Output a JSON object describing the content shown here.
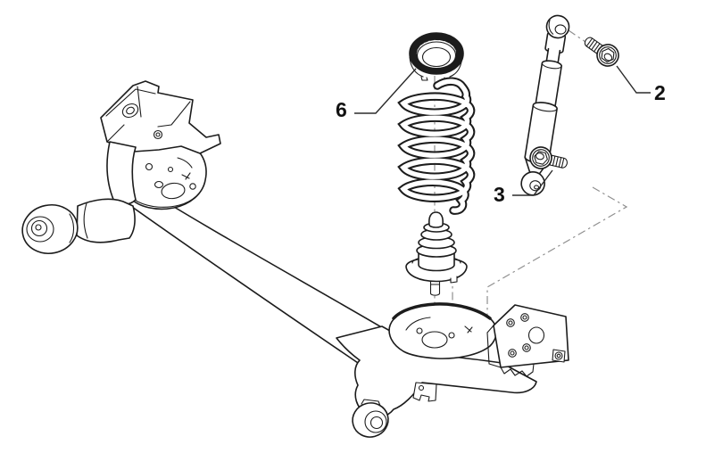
{
  "figure": {
    "background_color": "#ffffff",
    "line_color": "#1c1c1c",
    "guide_line_color": "#8f8f8f",
    "callout_color": "#111111",
    "callouts": [
      {
        "label": "6",
        "part": "upper-spring-seat-pad"
      },
      {
        "label": "2",
        "part": "shock-absorber-upper-bolt"
      },
      {
        "label": "3",
        "part": "shock-absorber-lower-bolt"
      }
    ],
    "parts": [
      "rear-axle-beam",
      "coil-spring",
      "upper-spring-seat-pad",
      "bump-stop-buffer",
      "shock-absorber",
      "upper-mounting-bolt",
      "lower-mounting-bolt"
    ]
  }
}
